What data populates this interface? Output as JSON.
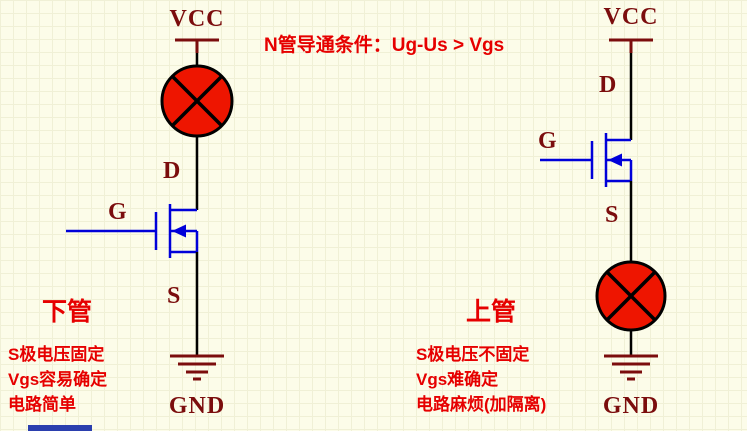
{
  "annotation": {
    "condition": "N管导通条件：Ug-Us > Vgs"
  },
  "left_circuit": {
    "vcc_label": "VCC",
    "gnd_label": "GND",
    "drain_label": "D",
    "gate_label": "G",
    "source_label": "S",
    "title": "下管",
    "notes": [
      "S极电压固定",
      "Vgs容易确定",
      "电路简单"
    ]
  },
  "right_circuit": {
    "vcc_label": "VCC",
    "gnd_label": "GND",
    "drain_label": "D",
    "gate_label": "G",
    "source_label": "S",
    "title": "上管",
    "notes": [
      "S极电压不固定",
      "Vgs难确定",
      "电路麻烦(加隔离)"
    ]
  },
  "colors": {
    "background": "#fcfce9",
    "wire": "#000000",
    "mosfet_blue": "#0000d9",
    "power_maroon": "#7b0d0d",
    "lamp_red": "#ee1500",
    "annotation_red": "#e60000"
  }
}
